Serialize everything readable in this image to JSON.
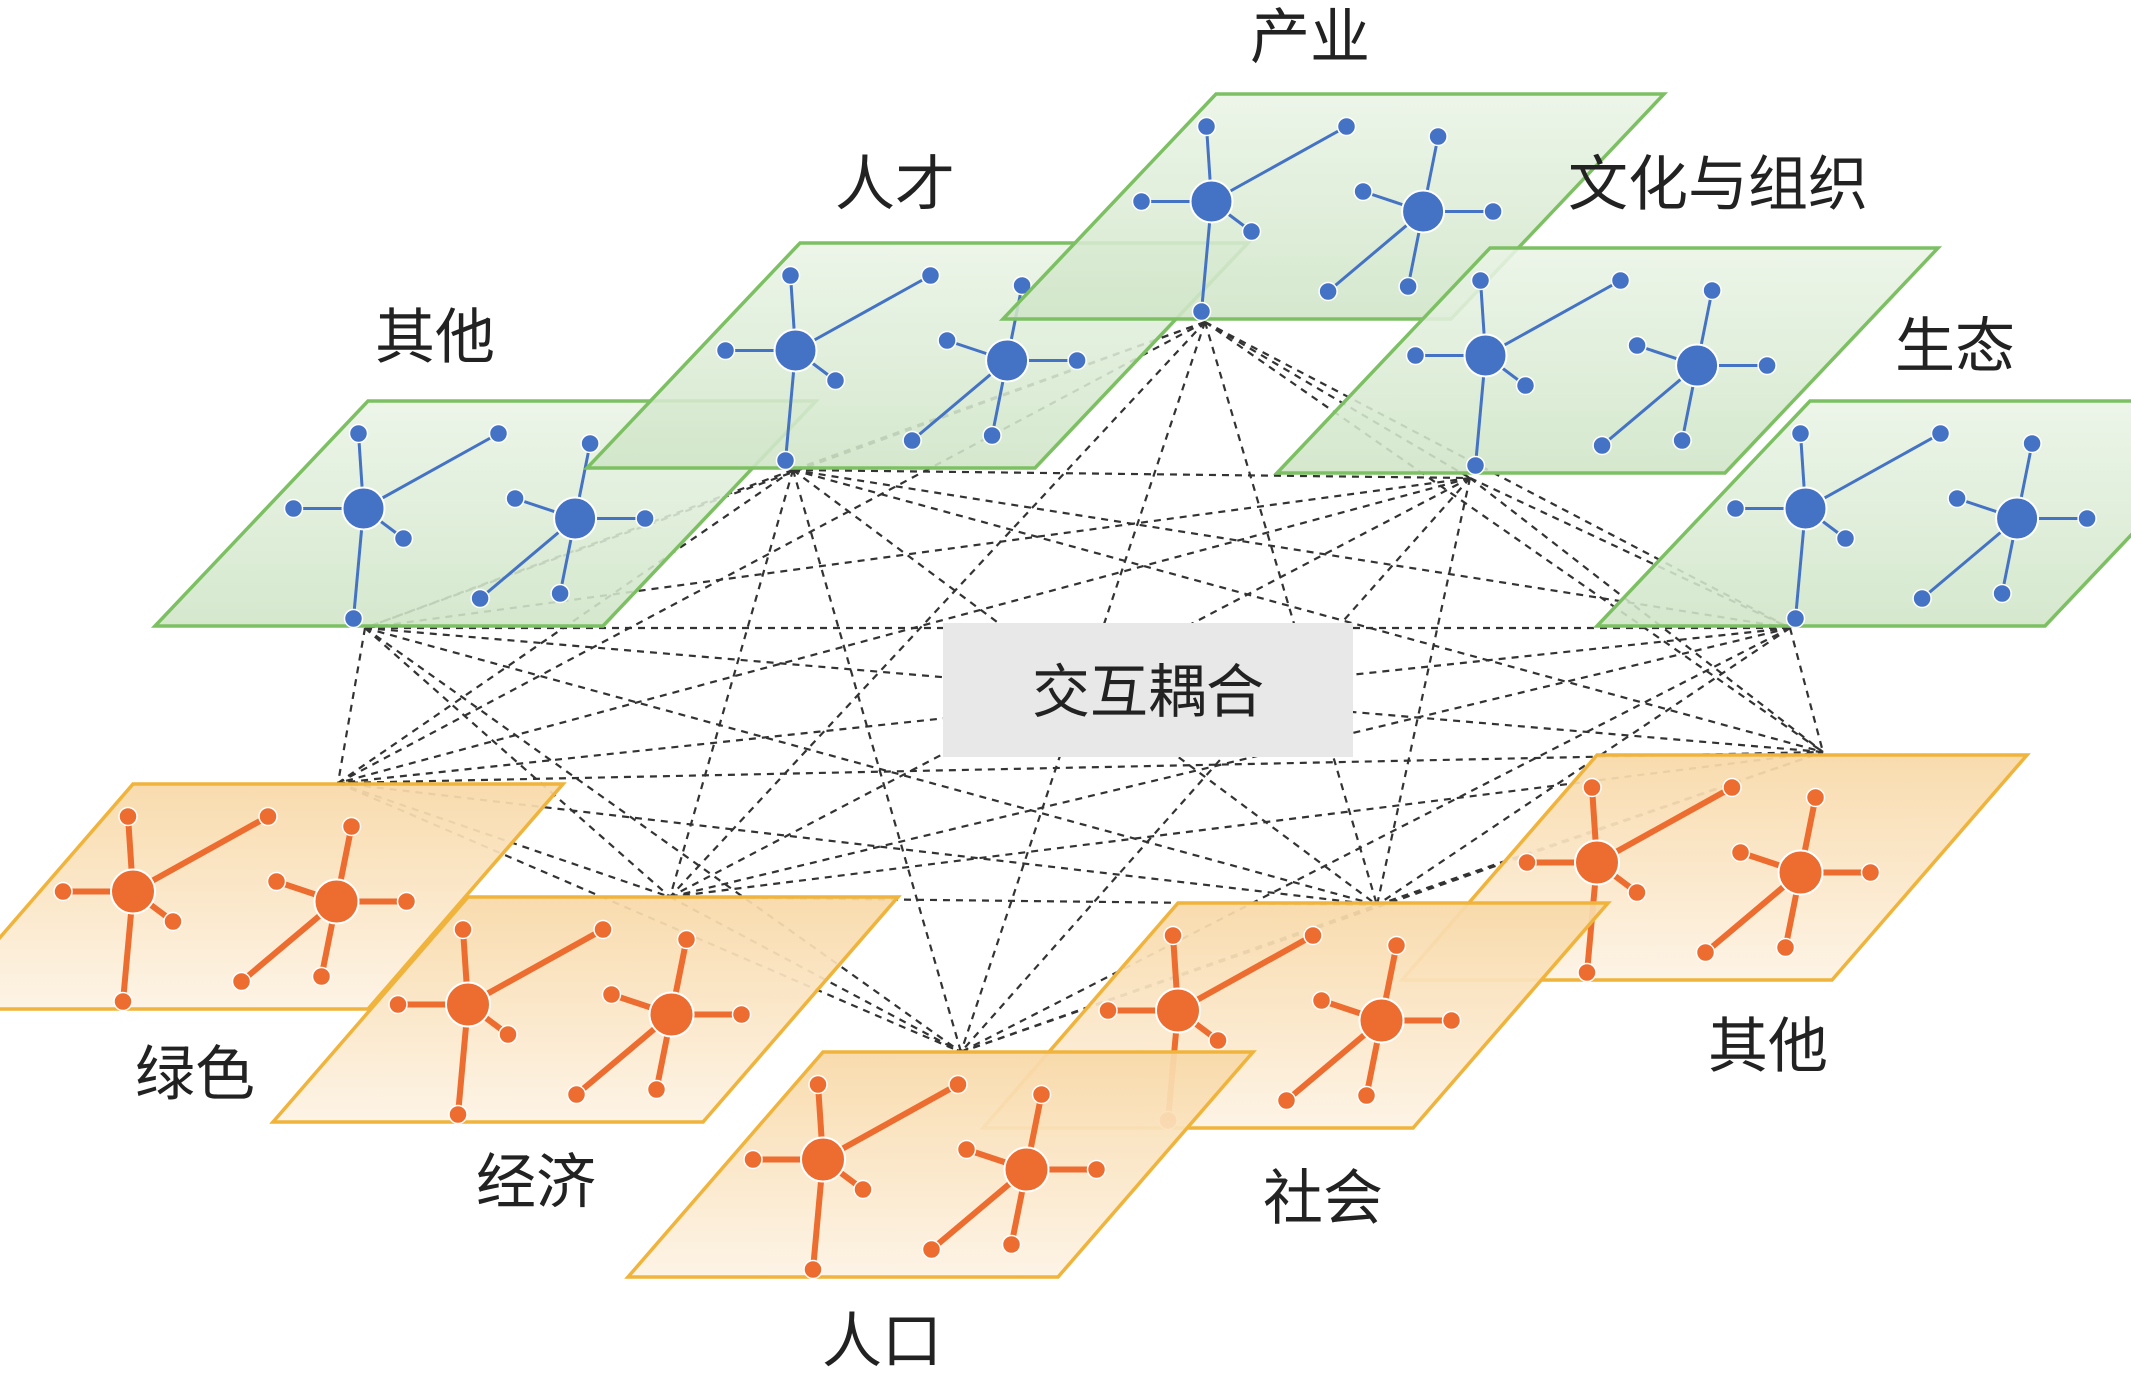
{
  "center": {
    "label": "交互耦合"
  },
  "top_layers": [
    {
      "id": "chanye",
      "label": "产业"
    },
    {
      "id": "rencai",
      "label": "人才"
    },
    {
      "id": "wenhua",
      "label": "文化与组织"
    },
    {
      "id": "qita_top",
      "label": "其他"
    },
    {
      "id": "shengtai",
      "label": "生态"
    }
  ],
  "bottom_layers": [
    {
      "id": "lvse",
      "label": "绿色"
    },
    {
      "id": "jingji",
      "label": "经济"
    },
    {
      "id": "renkou",
      "label": "人口"
    },
    {
      "id": "shehui",
      "label": "社会"
    },
    {
      "id": "qita_bot",
      "label": "其他"
    }
  ],
  "colors": {
    "top_plane_stroke": "#7dc063",
    "top_plane_fill": "#d5e9cf",
    "top_node": "#4472c4",
    "bottom_plane_stroke": "#f0b43c",
    "bottom_plane_fill": "#fbe2bd",
    "bottom_node": "#ed6c2f",
    "dash": "#333333",
    "center_box": "#e8e8e8"
  }
}
